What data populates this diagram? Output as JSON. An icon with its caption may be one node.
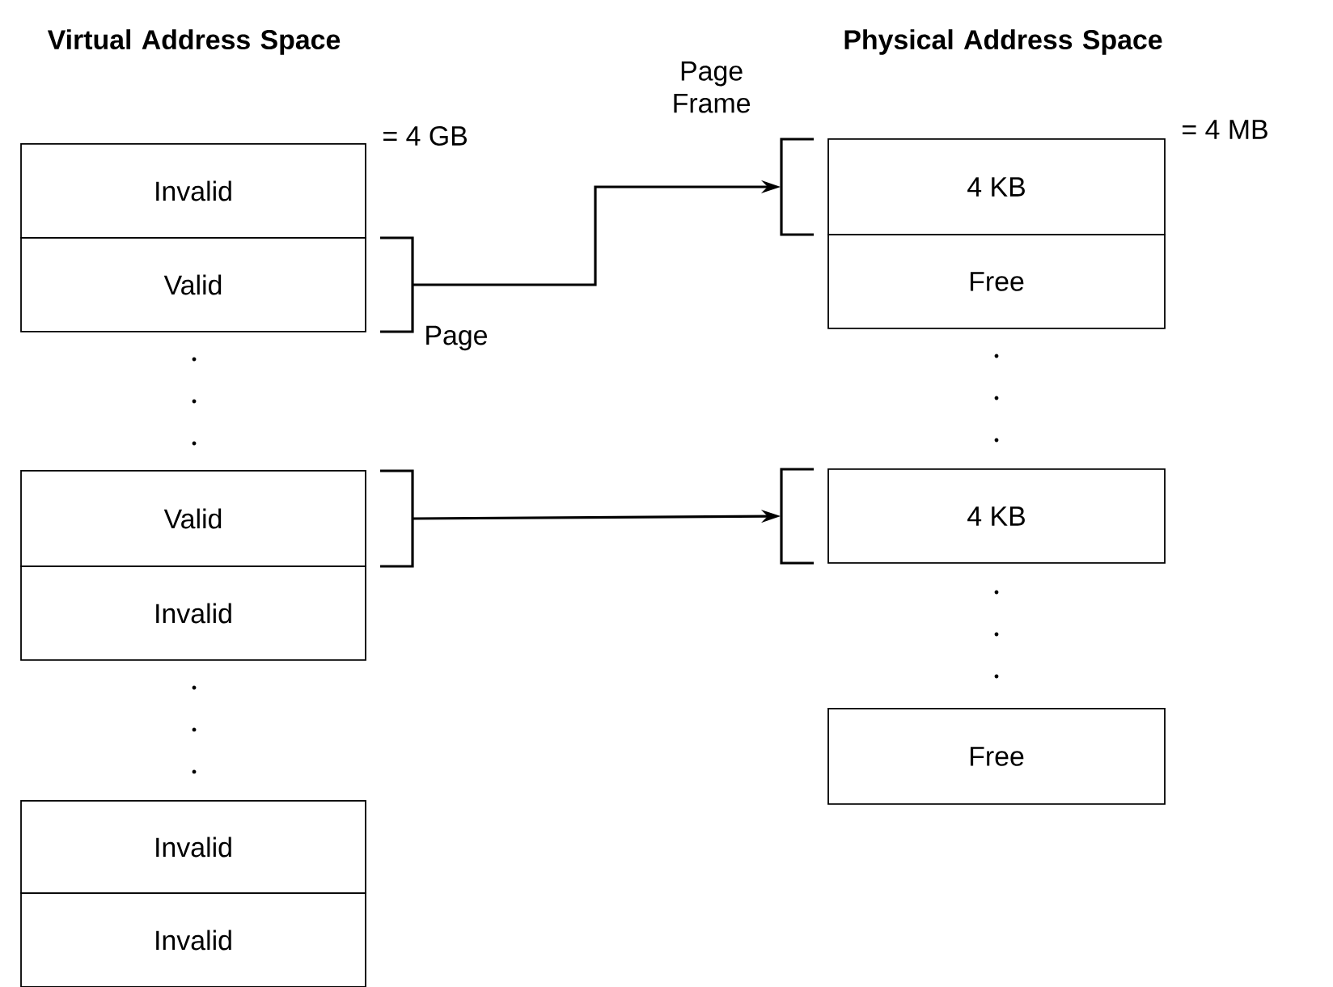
{
  "diagram": {
    "nodes": [
      {
        "text": [
          "Invalid"
        ],
        "beside": [
          "= 4 GB"
        ]
      },
      {
        "text": [
          "Valid"
        ],
        "beside": [
          "Page"
        ]
      },
      {
        "text": [
          "Valid"
        ]
      },
      {
        "text": [
          "Invalid"
        ]
      },
      {
        "text": [
          "Invalid"
        ]
      },
      {
        "text": [
          "Invalid"
        ]
      },
      {
        "text": [
          "4 KB"
        ],
        "beside": [
          "Page Frame",
          "= 4 MB"
        ]
      },
      {
        "text": [
          "Free"
        ]
      },
      {
        "text": [
          "4 KB"
        ]
      },
      {
        "text": [
          "Free"
        ]
      }
    ],
    "edges": [
      {
        "from": 1,
        "to": 6,
        "arrow": "to"
      },
      {
        "from": 2,
        "to": 8,
        "arrow": "to"
      }
    ],
    "labels": [
      "Virtual Address Space",
      "Physical Address Space"
    ]
  }
}
